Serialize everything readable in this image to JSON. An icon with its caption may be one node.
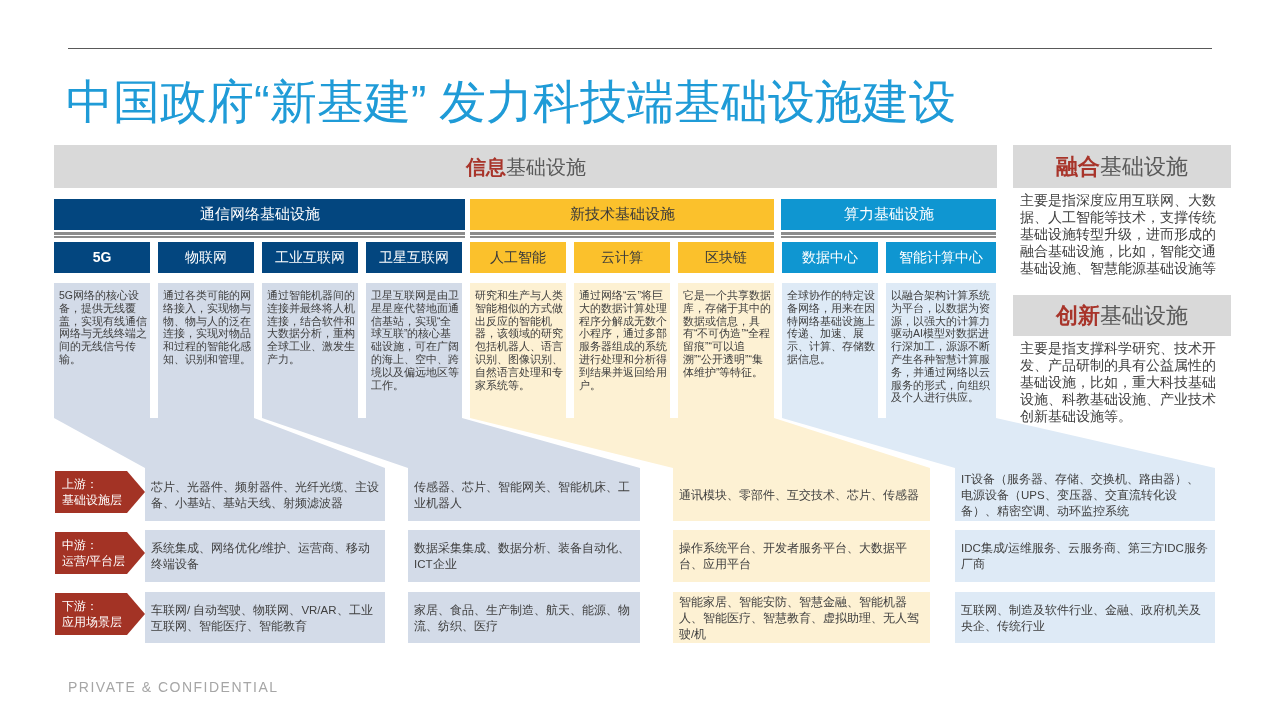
{
  "diagram": {
    "title": "中国政府“新基建” 发力科技端基础设施建设",
    "nodes": [
      {
        "text": [
          "**信息**基础设施"
        ]
      },
      {
        "text": [
          "通信网络基础设施"
        ]
      },
      {
        "text": [
          "新技术基础设施"
        ]
      },
      {
        "text": [
          "算力基础设施"
        ]
      },
      {
        "text": [
          "5G"
        ]
      },
      {
        "text": [
          "物联网"
        ]
      },
      {
        "text": [
          "工业互联网"
        ]
      },
      {
        "text": [
          "卫星互联网"
        ]
      },
      {
        "text": [
          "人工智能"
        ]
      },
      {
        "text": [
          "云计算"
        ]
      },
      {
        "text": [
          "区块链"
        ]
      },
      {
        "text": [
          "数据中心"
        ]
      },
      {
        "text": [
          "智能计算中心"
        ]
      },
      {
        "text": [
          "5G网络的核心设备，提供无线覆盖，实现有线通信网络与无线终端之间的无线信号传输。"
        ]
      },
      {
        "text": [
          "通过各类可能的网络接入，实现物与物、物与人的泛在连接，实现对物品和过程的智能化感知、识别和管理。"
        ]
      },
      {
        "text": [
          "通过智能机器间的连接并最终将人机连接，结合软件和大数据分析，重构全球工业、激发生产力。"
        ]
      },
      {
        "text": [
          "卫星互联网是由卫星星座代替地面通信基站，实现“全球互联”的核心基础设施，可在广阔的海上、空中、跨境以及偏远地区等工作。"
        ]
      },
      {
        "text": [
          "研究和生产与人类智能相似的方式做出反应的智能机器，该领域的研究包括机器人、语言识别、图像识别、自然语言处理和专家系统等。"
        ]
      },
      {
        "text": [
          "通过网络“云”将巨大的数据计算处理程序分解成无数个小程序，通过多部服务器组成的系统进行处理和分析得到结果并返回给用户。"
        ]
      },
      {
        "text": [
          "它是一个共享数据库，存储于其中的数据或信息，具有“不可伪造”“全程留痕”“可以追溯”“公开透明”“集体维护”等特征。"
        ]
      },
      {
        "text": [
          "全球协作的特定设备网络，用来在因特网络基础设施上传递、加速、展示、计算、存储数据信息。"
        ]
      },
      {
        "text": [
          "以融合架构计算系统为平台，以数据为资源，以强大的计算力驱动AI模型对数据进行深加工，源源不断产生各种智慧计算服务，并通过网络以云服务的形式，向组织及个人进行供应。"
        ]
      },
      {
        "text": [
          "**融合**基础设施",
          "主要是指深度应用互联网、大数据、人工智能等技术，支撑传统基础设施转型升级，进而形成的融合基础设施，比如，智能交通基础设施、智慧能源基础设施等"
        ]
      },
      {
        "text": [
          "**创新**基础设施",
          "主要是指支撑科学研究、技术开发、产品研制的具有公益属性的基础设施，比如，重大科技基础设施、科教基础设施、产业技术创新基础设施等。"
        ]
      },
      {
        "text": [
          "上游：",
          "基础设施层"
        ]
      },
      {
        "text": [
          "芯片、光器件、频射器件、光纤光缆、主设备、小基站、基站天线、射频滤波器"
        ]
      },
      {
        "text": [
          "传感器、芯片、智能网关、智能机床、工业机器人"
        ]
      },
      {
        "text": [
          "通讯模块、零部件、互交技术、芯片、传感器"
        ]
      },
      {
        "text": [
          "IT设备（服务器、存储、交换机、路由器）、电源设备（UPS、变压器、交直流转化设备）、精密空调、动环监控系统"
        ]
      },
      {
        "text": [
          "中游：",
          "运营/平台层"
        ]
      },
      {
        "text": [
          "系统集成、网络优化/维护、运营商、移动终端设备"
        ]
      },
      {
        "text": [
          "数据采集集成、数据分析、装备自动化、ICT企业"
        ]
      },
      {
        "text": [
          "操作系统平台、开发者服务平台、大数据平台、应用平台"
        ]
      },
      {
        "text": [
          "IDC集成/运维服务、云服务商、第三方IDC服务厂商"
        ]
      },
      {
        "text": [
          "下游：",
          "应用场景层"
        ]
      },
      {
        "text": [
          "车联网/ 自动驾驶、物联网、VR/AR、工业互联网、智能医疗、智能教育"
        ]
      },
      {
        "text": [
          "家居、食品、生产制造、航天、能源、物流、纺织、医疗"
        ]
      },
      {
        "text": [
          "智能家居、智能安防、智慧金融、智能机器人、智能医疗、智慧教育、虚拟助理、无人驾驶/机"
        ]
      },
      {
        "text": [
          "互联网、制造及软件行业、金融、政府机关及央企、传统行业"
        ]
      },
      {
        "text": [],
        "shape": "band"
      },
      {
        "text": [],
        "shape": "band"
      },
      {
        "text": [],
        "shape": "band"
      },
      {
        "text": [],
        "shape": "band"
      }
    ],
    "labels": [
      "PRIVATE & CONFIDENTIAL"
    ]
  }
}
